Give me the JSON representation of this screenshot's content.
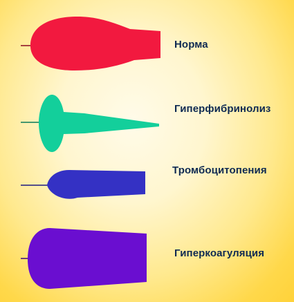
{
  "shapes": [
    {
      "id": "norma",
      "label": "Норма",
      "color": "#f2193f"
    },
    {
      "id": "hyperfibrinolysis",
      "label": "Гиперфибринолиз",
      "color": "#13cf9b"
    },
    {
      "id": "thrombocytopenia",
      "label": "Тромбоцитопения",
      "color": "#3431c4"
    },
    {
      "id": "hypercoagulation",
      "label": "Гиперкоагуляция",
      "color": "#6a0ed0"
    }
  ]
}
